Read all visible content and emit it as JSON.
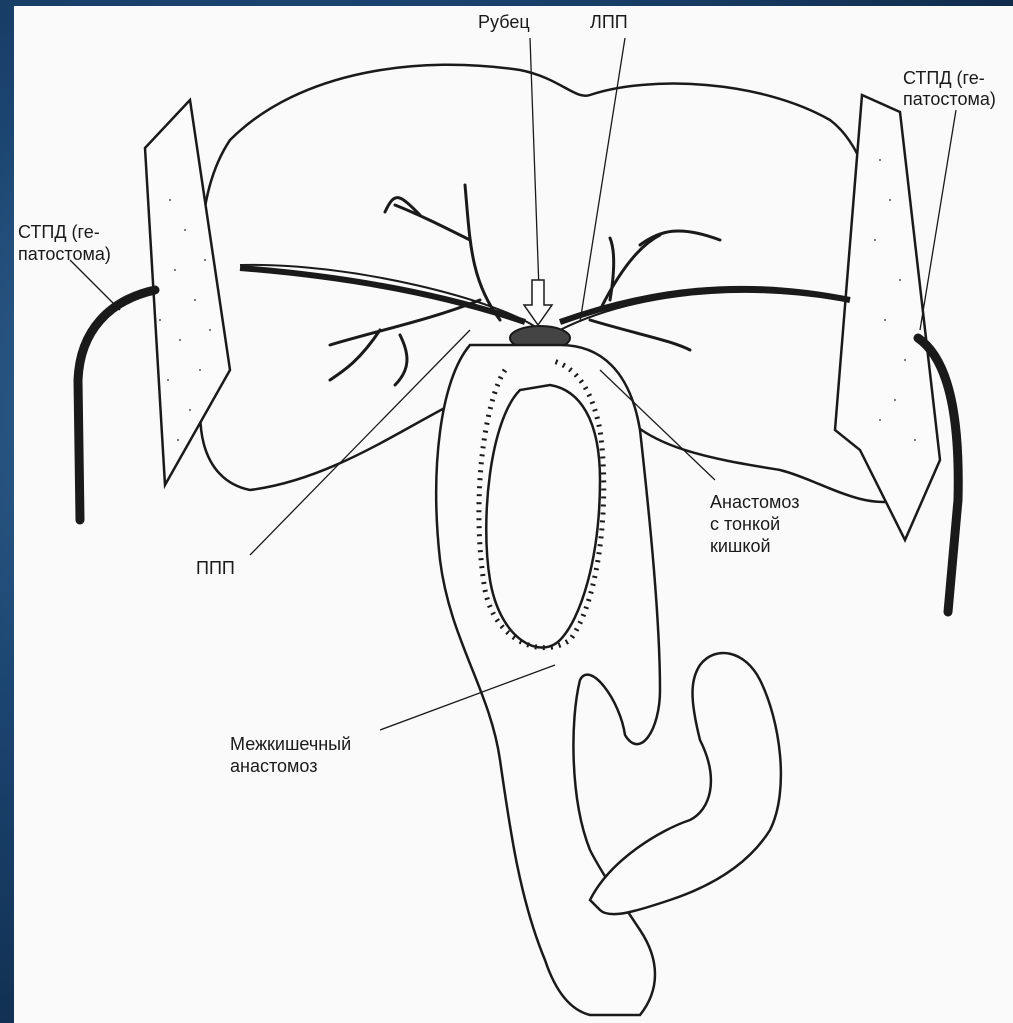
{
  "labels": {
    "scar": "Рубец",
    "left_hepatic_duct": "ЛПП",
    "stpd_left_line1": "СТПД (ге-",
    "stpd_left_line2": "патостома)",
    "stpd_right_line1": "СТПД (ге-",
    "stpd_right_line2": "патостома)",
    "right_hepatic_duct": "ППП",
    "anastomosis_line1": "Анастомоз",
    "anastomosis_line2": "с тонкой",
    "anastomosis_line3": "кишкой",
    "interintestinal_line1": "Межкишечный",
    "interintestinal_line2": "анастомоз"
  },
  "colors": {
    "ink": "#1a1a1a",
    "paper": "#fafafa",
    "background": "#1b4470"
  }
}
